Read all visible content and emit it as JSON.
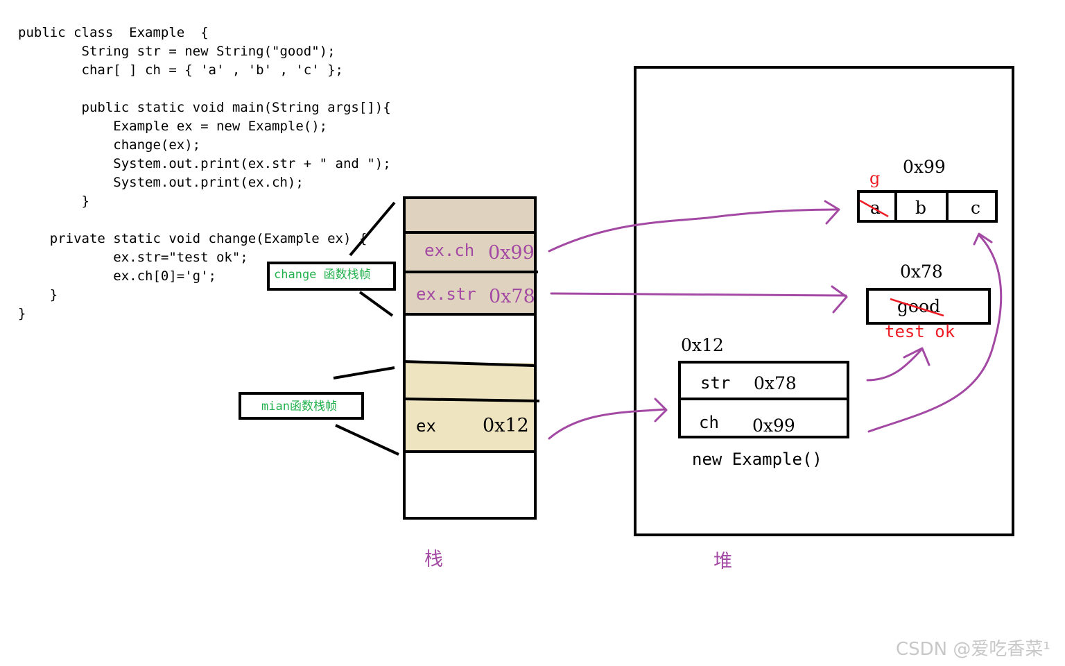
{
  "code_lines": [
    "public class  Example  {",
    "        String str = new String(\"good\");",
    "        char[ ] ch = { 'a' , 'b' , 'c' };",
    "",
    "        public static void main(String args[]){",
    "            Example ex = new Example();",
    "            change(ex);",
    "            System.out.print(ex.str + \" and \");",
    "            System.out.print(ex.ch);",
    "        }",
    "",
    "    private static void change(Example ex) {",
    "            ex.str=\"test ok\";",
    "            ex.ch[0]='g';",
    "    }",
    "}"
  ],
  "labels": {
    "change_frame": "change 函数栈帧",
    "main_frame": "mian函数栈帧",
    "stack": "栈",
    "heap": "堆"
  },
  "stack": {
    "slot_ex_ch_name": "ex.ch",
    "slot_ex_ch_value": "0x99",
    "slot_ex_str_name": "ex.str",
    "slot_ex_str_value": "0x78",
    "slot_ex_name": "ex",
    "slot_ex_value": "0x12"
  },
  "heap": {
    "obj_addr": "0x12",
    "obj_field_str_name": "str",
    "obj_field_str_value": "0x78",
    "obj_field_ch_name": "ch",
    "obj_field_ch_value": "0x99",
    "obj_caption": "new Example()",
    "array_addr": "0x99",
    "array_cells": [
      "a",
      "b",
      "c"
    ],
    "array_new_first": "g",
    "string_addr": "0x78",
    "string_old": "good",
    "string_new": "test ok"
  },
  "watermark": "CSDN @爱吃香菜¹",
  "colors": {
    "stack_change_fill": "#dfd3bf",
    "stack_main_fill": "#efe4c0",
    "arrow": "#a349a4",
    "frame_label": "#22b14c",
    "edit_red": "#ed1c24",
    "slot_text": "#a349a4",
    "title_purple": "#a349a4"
  }
}
